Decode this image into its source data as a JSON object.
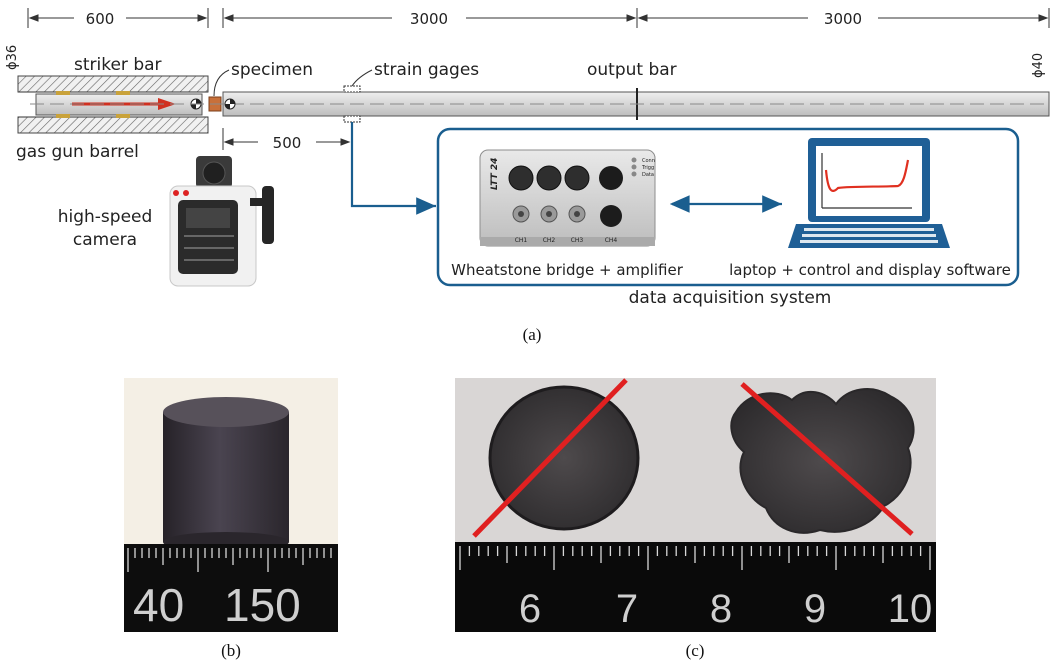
{
  "dimensions": {
    "striker_length": "600",
    "input_bar_length": "3000",
    "output_bar_length": "3000",
    "gage_distance": "500",
    "striker_diameter": "ϕ36",
    "bar_diameter": "ϕ40"
  },
  "labels": {
    "striker_bar": "striker bar",
    "gas_gun_barrel": "gas gun barrel",
    "specimen": "specimen",
    "strain_gages": "strain gages",
    "output_bar": "output bar",
    "camera_line1": "high-speed",
    "camera_line2": "camera",
    "amplifier": "Wheatstone bridge + amplifier",
    "laptop": "laptop + control and display software",
    "daq": "data acquisition system"
  },
  "device": {
    "brand": "LTT 24",
    "channels": [
      "CH1",
      "CH2",
      "CH3",
      "CH4"
    ],
    "indicators": [
      "Conn",
      "Trigg",
      "Data"
    ]
  },
  "ruler_b": {
    "numbers": [
      "40",
      "150"
    ]
  },
  "ruler_c": {
    "numbers": [
      "6",
      "7",
      "8",
      "9",
      "10"
    ]
  },
  "captions": {
    "a": "(a)",
    "b": "(b)",
    "c": "(c)"
  },
  "colors": {
    "frame_blue": "#1a5e8f",
    "laptop_blue": "#1f5f96",
    "curve_red": "#e03020",
    "cross_red": "#e02020",
    "specimen_orange": "#c8703a",
    "bar_fill": "#d8d8d8"
  }
}
